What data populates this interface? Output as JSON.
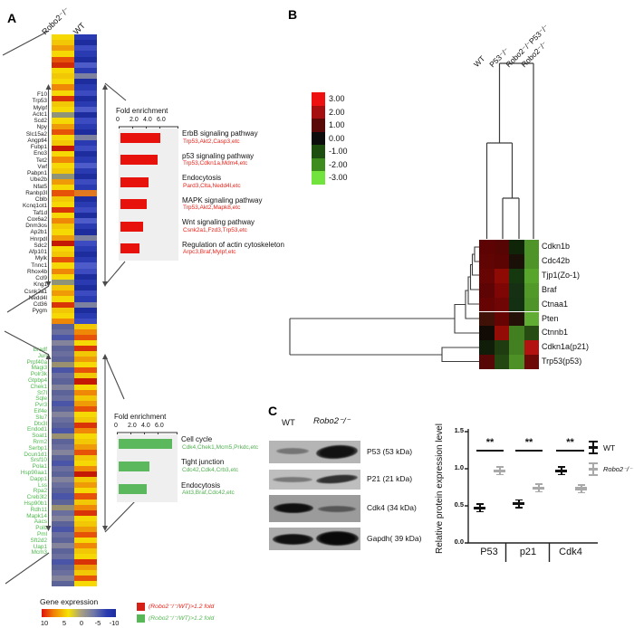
{
  "panelA": {
    "label": "A",
    "heatmap_columns": [
      "Robo2⁻/⁻",
      "WT"
    ],
    "genes_up": [
      "F10",
      "Trp53",
      "Mylpf",
      "Actc1",
      "Scd2",
      "Npy",
      "Slc15a2",
      "Angptl4",
      "Fubp1",
      "Eno3",
      "Tet2",
      "Vwf",
      "Pabpn1",
      "Ube2b",
      "Nfat5",
      "Ranbp3l",
      "Cblb",
      "Kcnq1ot1",
      "Taf1d",
      "Cox6a2",
      "Dnm3os",
      "Ap2b1",
      "Hnrpdl",
      "Sdc2",
      "Afp101",
      "Mylk",
      "Tnnc1",
      "Rhox4b",
      "Ccl9",
      "Kng1",
      "Csnk2a1",
      "Nedd4l",
      "Cd36",
      "Pygm"
    ],
    "genes_down": [
      "Bradf",
      "Jun",
      "Prpf40a",
      "Magi3",
      "Polr3k",
      "Gtpbp4",
      "Chek1",
      "St7l",
      "Sqle",
      "Pvr3",
      "Eif4e",
      "Slu7",
      "Dtx3l",
      "Endod1",
      "Soat1",
      "Rrm2",
      "Serbp1",
      "Dcun1d1",
      "Srsf10",
      "Pola1",
      "Hsp90aa1",
      "Dapp1",
      "Lss",
      "Rpa2",
      "Creb3l2",
      "Hsp90b1",
      "Rdh11",
      "Mapk14",
      "Aacs",
      "Polb",
      "Pml",
      "Sft2d2",
      "Uap1",
      "Mcm3"
    ],
    "heatmap": {
      "top_robo2_stripes": [
        "#f6d904",
        "#f2c705",
        "#ef9b07",
        "#f6d904",
        "#e65207",
        "#cf2b06",
        "#f6d904",
        "#f2c705",
        "#f6d904",
        "#ee8806",
        "#f6d904",
        "#d93407",
        "#f2c705",
        "#f6d904",
        "#8f9377",
        "#f6d904",
        "#ef9b07",
        "#e65207",
        "#f6d904",
        "#f2c705",
        "#c41a05",
        "#f6d904",
        "#ee8806",
        "#f6d904",
        "#f2c705",
        "#8f9377",
        "#ef9b07",
        "#f6d904",
        "#e65207",
        "#f2c705",
        "#f6d904",
        "#d93407",
        "#f6d904",
        "#ee8806",
        "#f2c705",
        "#f6d904",
        "#ef9b07",
        "#c41a05",
        "#f6d904",
        "#f2c705",
        "#e65207",
        "#f6d904",
        "#ee8806",
        "#f6d904",
        "#8f9377",
        "#f2c705",
        "#ef9b07",
        "#f6d904",
        "#d93407",
        "#f2c705",
        "#f6d904",
        "#ee8806"
      ],
      "top_wt_stripes": [
        "#2a3ab0",
        "#1e2d9e",
        "#3c4cc0",
        "#2a3ab0",
        "#1e2d9e",
        "#4d5cc8",
        "#2a3ab0",
        "#7d81a0",
        "#1e2d9e",
        "#2a3ab0",
        "#3c4cc0",
        "#1e2d9e",
        "#2a3ab0",
        "#4d5cc8",
        "#1e2d9e",
        "#3c4cc0",
        "#2a3ab0",
        "#1e2d9e",
        "#7d81a0",
        "#2a3ab0",
        "#3c4cc0",
        "#1e2d9e",
        "#2a3ab0",
        "#4d5cc8",
        "#2a3ab0",
        "#1e2d9e",
        "#3c4cc0",
        "#2a3ab0",
        "#e07820",
        "#1e2d9e",
        "#2a3ab0",
        "#3c4cc0",
        "#1e2d9e",
        "#4d5cc8",
        "#2a3ab0",
        "#1e2d9e",
        "#7d81a0",
        "#3c4cc0",
        "#2a3ab0",
        "#1e2d9e",
        "#2a3ab0",
        "#4d5cc8",
        "#3c4cc0",
        "#1e2d9e",
        "#2a3ab0",
        "#1e2d9e",
        "#3c4cc0",
        "#2a3ab0",
        "#7d81a0",
        "#1e2d9e",
        "#2a3ab0",
        "#3c4cc0"
      ],
      "bottom_robo2_stripes": [
        "#5c6398",
        "#6b6f9d",
        "#4a55a8",
        "#83839b",
        "#5c6398",
        "#6b6f9d",
        "#5c6398",
        "#99906f",
        "#4a55a8",
        "#6b6f9d",
        "#5c6398",
        "#83839b",
        "#5c6398",
        "#6b6f9d",
        "#4a55a8",
        "#5c6398",
        "#83839b",
        "#6b6f9d",
        "#5c6398",
        "#4a55a8",
        "#99906f",
        "#5c6398",
        "#6b6f9d",
        "#83839b",
        "#5c6398",
        "#4a55a8",
        "#6b6f9d",
        "#5c6398",
        "#83839b",
        "#6b6f9d",
        "#5c6398",
        "#4a55a8",
        "#5c6398",
        "#99906f",
        "#6b6f9d",
        "#83839b",
        "#5c6398",
        "#4a55a8",
        "#6b6f9d",
        "#5c6398",
        "#83839b",
        "#5c6398",
        "#6b6f9d",
        "#4a55a8",
        "#5c6398",
        "#6b6f9d",
        "#83839b",
        "#5c6398"
      ],
      "bottom_wt_stripes": [
        "#f2c705",
        "#ee8806",
        "#e65207",
        "#f6d904",
        "#d93407",
        "#f2c705",
        "#ef9b07",
        "#f6d904",
        "#e65207",
        "#f2c705",
        "#c41a05",
        "#f6d904",
        "#ee8806",
        "#f2c705",
        "#ef9b07",
        "#e65207",
        "#f6d904",
        "#f2c705",
        "#d93407",
        "#ee8806",
        "#f6d904",
        "#f2c705",
        "#ef9b07",
        "#e65207",
        "#f2c705",
        "#f6d904",
        "#ee8806",
        "#c41a05",
        "#f2c705",
        "#ef9b07",
        "#f6d904",
        "#e65207",
        "#f2c705",
        "#ee8806",
        "#d93407",
        "#f6d904",
        "#f2c705",
        "#ef9b07",
        "#e65207",
        "#f6d904",
        "#ee8806",
        "#f2c705",
        "#f6d904",
        "#d93407",
        "#ef9b07",
        "#f2c705",
        "#e65207",
        "#f6d904"
      ]
    },
    "legend": {
      "title": "Gene expression",
      "scale_labels": [
        "10",
        "5",
        "0",
        "-5",
        "-10"
      ],
      "up_color": "#e8231a",
      "down_color": "#58b858",
      "up_label": "(Robo2⁻/⁻/WT)>1.2 fold",
      "down_label": "(Robo2⁻/⁻/WT)>1.2 fold"
    }
  },
  "panelB": {
    "label": "B"
  },
  "panelC": {
    "label": "C",
    "blot_columns": [
      "WT",
      "Robo2⁻/⁻"
    ],
    "blot_labels": [
      "P53 (53 kDa)",
      "P21 (21 kDa)",
      "Cdk4 (34 kDa)",
      "Gapdh( 39 kDa)"
    ]
  },
  "chart_data": [
    {
      "id": "enrichment_up",
      "type": "bar",
      "orientation": "horizontal",
      "title": "Fold enrichment",
      "bar_color": "#e8120c",
      "gene_label_color": "#e8231a",
      "xticks": [
        "0",
        "2.0",
        "4.0",
        "6.0"
      ],
      "xlim": [
        0,
        6
      ],
      "categories": [
        "ErbB signaling pathway",
        "p53 signaling pathway",
        "Endocytosis",
        "MAPK signaling pathway",
        "Wnt signaling pathway",
        "Regulation of actin cytoskeleton"
      ],
      "values": [
        5.8,
        5.4,
        4.1,
        3.9,
        3.3,
        2.8
      ],
      "gene_labels": [
        "Trp53,Akt2,Casp3,etc",
        "Trp53,Cdkn1a,Mdm4,etc",
        "Pard3,Clta,Nedd4l,etc",
        "Trp53,Akt2,Mapk8,etc",
        "Csnk2a1,Fzd3,Trp53,etc",
        "Arpc3,Braf,Mylpf,etc"
      ]
    },
    {
      "id": "enrichment_down",
      "type": "bar",
      "orientation": "horizontal",
      "title": "Fold enrichment",
      "bar_color": "#5cb85c",
      "gene_label_color": "#50b050",
      "xticks": [
        "0",
        "2.0",
        "4.0",
        "6.0"
      ],
      "xlim": [
        0,
        6
      ],
      "categories": [
        "Cell cycle",
        "Tight junction",
        "Endocytosis"
      ],
      "values": [
        7.8,
        4.5,
        4.1
      ],
      "gene_labels": [
        "Cdk4,Chek1,Mcm5,Prkdc,etc",
        "Cdc42,Cdk4,Crb3,etc",
        "Akt3,Braf,Cdc42,etc"
      ]
    },
    {
      "id": "cluster_heatmap",
      "type": "heatmap",
      "columns": [
        "WT",
        "P53⁻/⁻",
        "Robo2⁻/⁻P53⁻/⁻",
        "Robo2⁻/⁻"
      ],
      "rows": [
        "Cdkn1b",
        "Cdc42b",
        "Tjp1(Zo-1)",
        "Braf",
        "Ctnaa1",
        "Pten",
        "Ctnnb1",
        "Cdkn1a(p21)",
        "Trp53(p53)"
      ],
      "cell_colors": [
        [
          "#5e0303",
          "#570404",
          "#102408",
          "#4f9428"
        ],
        [
          "#600404",
          "#5c0303",
          "#1b1007",
          "#4f9428"
        ],
        [
          "#670404",
          "#8e0a05",
          "#16380f",
          "#58a52c"
        ],
        [
          "#5e0404",
          "#7e0705",
          "#153013",
          "#519a2a"
        ],
        [
          "#660404",
          "#700505",
          "#143013",
          "#4f9428"
        ],
        [
          "#401107",
          "#660404",
          "#231007",
          "#61ad34"
        ],
        [
          "#120b05",
          "#930c05",
          "#417f21",
          "#264c13"
        ],
        [
          "#0f1d09",
          "#1e3c10",
          "#428022",
          "#b21310"
        ],
        [
          "#580707",
          "#244712",
          "#4d9126",
          "#6d0a07"
        ]
      ],
      "scale_labels": [
        "3.00",
        "2.00",
        "1.00",
        "0.00",
        "-1.00",
        "-2.00",
        "-3.00"
      ],
      "scale_colors": [
        "#ee1111",
        "#a60f0f",
        "#5a0909",
        "#0d0d0d",
        "#1e4d10",
        "#3f8c1e",
        "#72e23c"
      ]
    },
    {
      "id": "protein_expression",
      "type": "scatter",
      "ylabel": "Relative protein expression level",
      "ylim": [
        0,
        1.5
      ],
      "yticks": [
        "0.0",
        "0.5",
        "1.0",
        "1.5"
      ],
      "categories": [
        "P53",
        "p21",
        "Cdk4"
      ],
      "series": [
        {
          "name": "WT",
          "color": "#111111",
          "values": [
            0.47,
            0.53,
            0.97
          ]
        },
        {
          "name": "Robo2⁻/⁻",
          "color": "#a9a9a9",
          "values": [
            0.97,
            0.74,
            0.73
          ]
        }
      ],
      "significance": [
        "**",
        "**",
        "**"
      ],
      "legend_position": "right"
    }
  ]
}
